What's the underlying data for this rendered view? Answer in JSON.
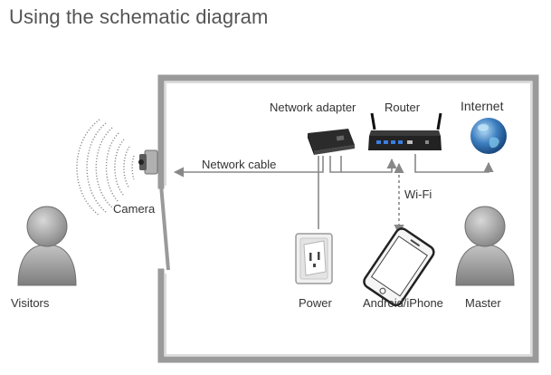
{
  "title": "Using the schematic diagram",
  "labels": {
    "network_adapter": "Network adapter",
    "router": "Router",
    "internet": "Internet",
    "network_cable": "Network cable",
    "wifi": "Wi-Fi",
    "camera": "Camera",
    "power": "Power",
    "phone": "Android/iPhone",
    "visitors": "Visitors",
    "master": "Master"
  },
  "icons": {
    "camera": "camera-icon",
    "network_adapter": "network-adapter-icon",
    "router": "router-icon",
    "internet": "globe-icon",
    "power": "power-outlet-icon",
    "phone": "smartphone-icon",
    "visitors": "person-icon",
    "master": "person-icon"
  },
  "colors": {
    "wall": "#999999",
    "line": "#888888",
    "text": "#333333",
    "title": "#555555",
    "globe": "#2f6fae"
  }
}
